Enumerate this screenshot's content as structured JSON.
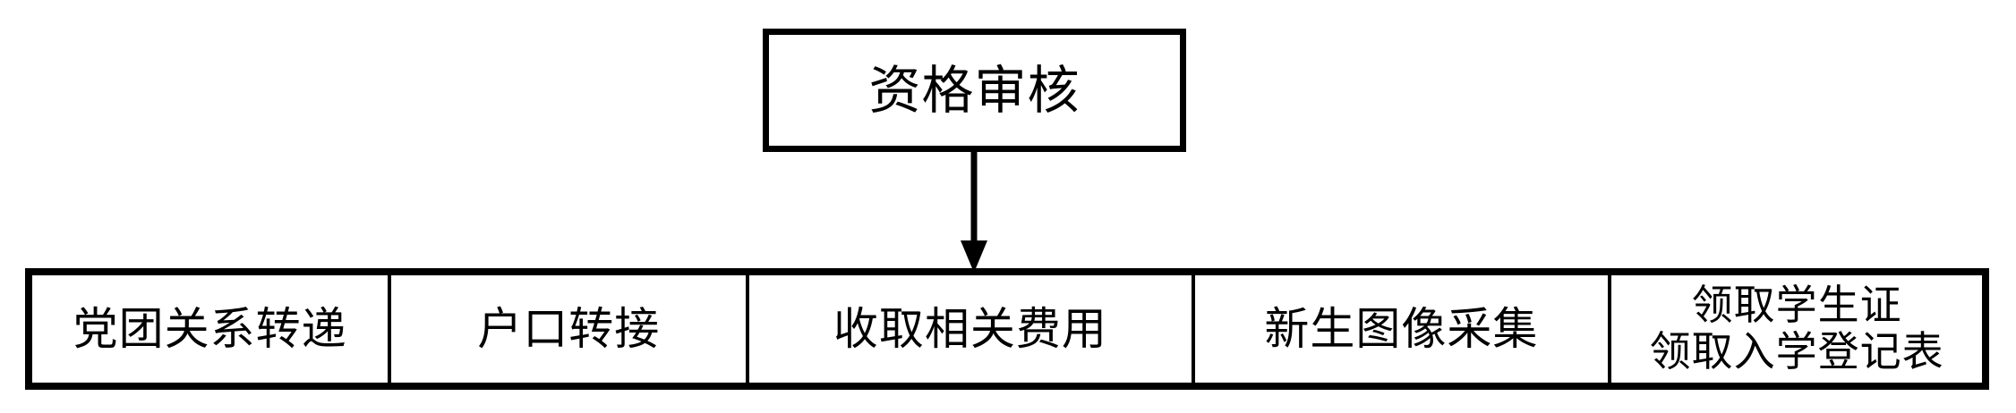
{
  "diagram": {
    "type": "flowchart",
    "orientation": "top-down",
    "background_color": "#ffffff",
    "stroke_color": "#000000",
    "text_color": "#000000"
  },
  "top_node": {
    "label": "资格审核"
  },
  "connector": {
    "kind": "arrow",
    "direction": "down",
    "from": "资格审核",
    "to": "收取相关费用"
  },
  "bottom_row": {
    "cells": [
      {
        "label": "党团关系转递",
        "lines": [
          "党团关系转递"
        ],
        "width_pct": 18.42
      },
      {
        "label": "户口转接",
        "lines": [
          "户口转接"
        ],
        "width_pct": 18.37
      },
      {
        "label": "收取相关费用",
        "lines": [
          "收取相关费用"
        ],
        "width_pct": 22.83
      },
      {
        "label": "新生图像采集",
        "lines": [
          "新生图像采集"
        ],
        "width_pct": 21.38
      },
      {
        "label": "领取学生证 领取入学登记表",
        "lines": [
          "领取学生证",
          "领取入学登记表"
        ],
        "width_pct": 19.0
      }
    ]
  }
}
